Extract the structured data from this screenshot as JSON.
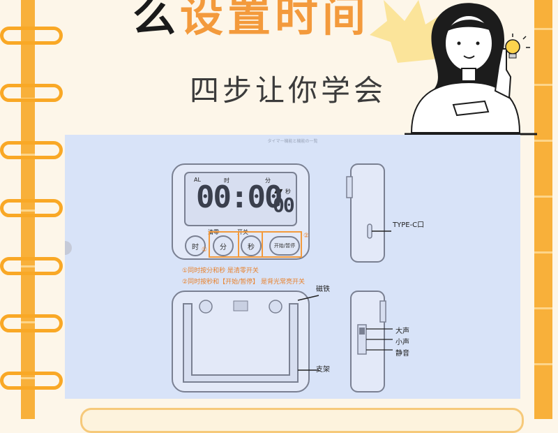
{
  "title": {
    "part_dark": "么",
    "part_orange": "设置时间"
  },
  "subtitle": "四步让你学会",
  "figure": {
    "caption": "タイマー機能と機能の一覧",
    "display": {
      "indicator_al": "AL",
      "indicator_hour": "时",
      "indicator_min": "分",
      "indicator_sec": "秒",
      "indicator_arrows": "▲▼",
      "digits_main": "00:00",
      "digits_sec": "00"
    },
    "button_groups": {
      "clear": "清零",
      "start": "开关"
    },
    "buttons": {
      "hour": "时",
      "minute": "分",
      "second": "秒",
      "start_pause": "开始/暂停"
    },
    "markers": {
      "m1": "①",
      "m2": "②"
    },
    "notes": {
      "line1": "①同时按分和秒 是清零开关",
      "line2": "②同时按秒和【开始/暂停】 是背光常亮开关"
    },
    "side_labels": {
      "typec": "TYPE-C口",
      "magnet": "磁铁",
      "stand": "支架",
      "loud": "大声",
      "quiet": "小声",
      "mute": "静音"
    }
  },
  "colors": {
    "accent": "#f39a3c",
    "rail": "#f8b03a",
    "panel": "#d8e3f8"
  }
}
